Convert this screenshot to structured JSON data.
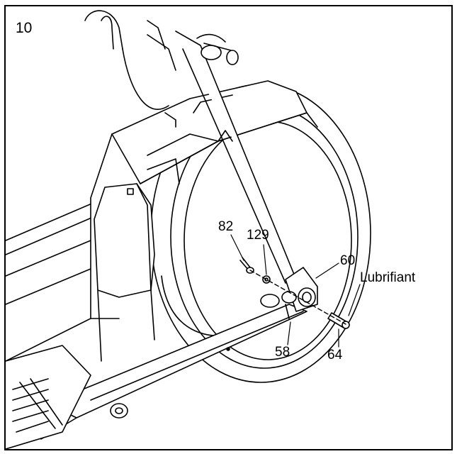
{
  "step_number": "10",
  "parts": {
    "bolt": "82",
    "washer": "129",
    "arm_joint": "60",
    "bushing": "58",
    "axle": "64"
  },
  "note": "Lubrifiant",
  "colors": {
    "line": "#000000",
    "background": "#ffffff",
    "shade": "#e8e8e8"
  }
}
